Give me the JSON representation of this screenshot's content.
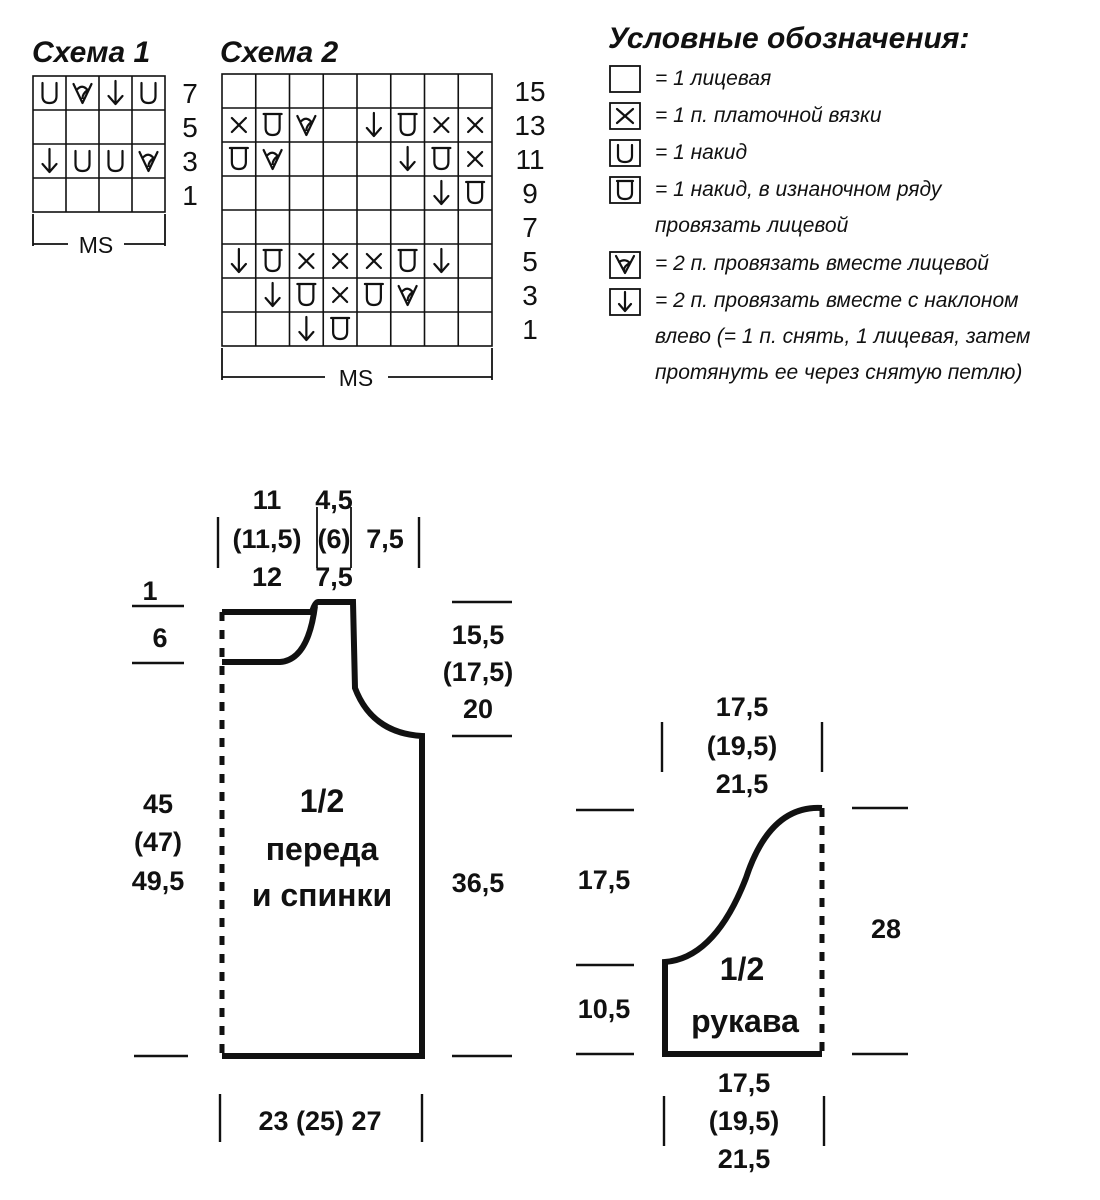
{
  "scheme1": {
    "title": "Схема 1",
    "row_numbers": [
      "7",
      "5",
      "3",
      "1"
    ],
    "rows": [
      [
        "U",
        "V",
        "arrow",
        "U"
      ],
      [
        "",
        "",
        "",
        ""
      ],
      [
        "arrow",
        "U",
        "U",
        "V"
      ],
      [
        "",
        "",
        "",
        ""
      ]
    ],
    "rapport_label": "MS"
  },
  "scheme2": {
    "title": "Схема 2",
    "row_numbers": [
      "15",
      "13",
      "11",
      "9",
      "7",
      "5",
      "3",
      "1"
    ],
    "rows": [
      [
        "",
        "",
        "",
        "",
        "",
        "",
        "",
        ""
      ],
      [
        "X",
        "Ub",
        "V",
        "",
        "arrow",
        "Ub",
        "X",
        "X"
      ],
      [
        "Ub",
        "V",
        "",
        "",
        "",
        "arrow",
        "Ub",
        "X"
      ],
      [
        "",
        "",
        "",
        "",
        "",
        "",
        "arrow",
        "Ub"
      ],
      [
        "",
        "",
        "",
        "",
        "",
        "",
        "",
        ""
      ],
      [
        "arrow",
        "Ub",
        "X",
        "X",
        "X",
        "Ub",
        "arrow",
        ""
      ],
      [
        "",
        "arrow",
        "Ub",
        "X",
        "Ub",
        "V",
        "",
        ""
      ],
      [
        "",
        "",
        "arrow",
        "Ub",
        "",
        "",
        "",
        ""
      ]
    ],
    "rapport_label": "MS"
  },
  "legend": {
    "title": "Условные обозначения:",
    "items": [
      {
        "icon": "empty-square-icon",
        "lines": [
          "= 1 лицевая"
        ]
      },
      {
        "icon": "cross-square-icon",
        "lines": [
          "= 1 п. платочной вязки"
        ]
      },
      {
        "icon": "yarn-over-icon",
        "lines": [
          "= 1 накид"
        ]
      },
      {
        "icon": "yarn-over-knit-icon",
        "lines": [
          "= 1 накид, в изнаночном ряду",
          "провязать лицевой"
        ]
      },
      {
        "icon": "knit-two-together-icon",
        "lines": [
          "= 2 п. провязать вместе лицевой"
        ]
      },
      {
        "icon": "left-slant-decrease-icon",
        "lines": [
          "= 2 п. провязать вместе с наклоном",
          "влево (= 1 п. снять, 1 лицевая, затем",
          "протянуть ее через снятую петлю)"
        ]
      }
    ]
  },
  "body_pattern": {
    "label": [
      "1/2",
      "переда",
      "и спинки"
    ],
    "dims": {
      "top_left": [
        "11",
        "(11,5)",
        "12"
      ],
      "top_mid": [
        "4,5",
        "(6)",
        "7,5"
      ],
      "top_right": "7,5",
      "neck_front": [
        "1",
        "6"
      ],
      "armhole": [
        "15,5",
        "(17,5)",
        "20"
      ],
      "length": [
        "45",
        "(47)",
        "49,5"
      ],
      "side": "36,5",
      "width": "23 (25) 27"
    }
  },
  "sleeve_pattern": {
    "label": [
      "1/2",
      "рукава"
    ],
    "dims": {
      "top": [
        "17,5",
        "(19,5)",
        "21,5"
      ],
      "cap_height": "17,5",
      "lower_height": "10,5",
      "total_height": "28",
      "bottom": [
        "17,5",
        "(19,5)",
        "21,5"
      ]
    }
  }
}
